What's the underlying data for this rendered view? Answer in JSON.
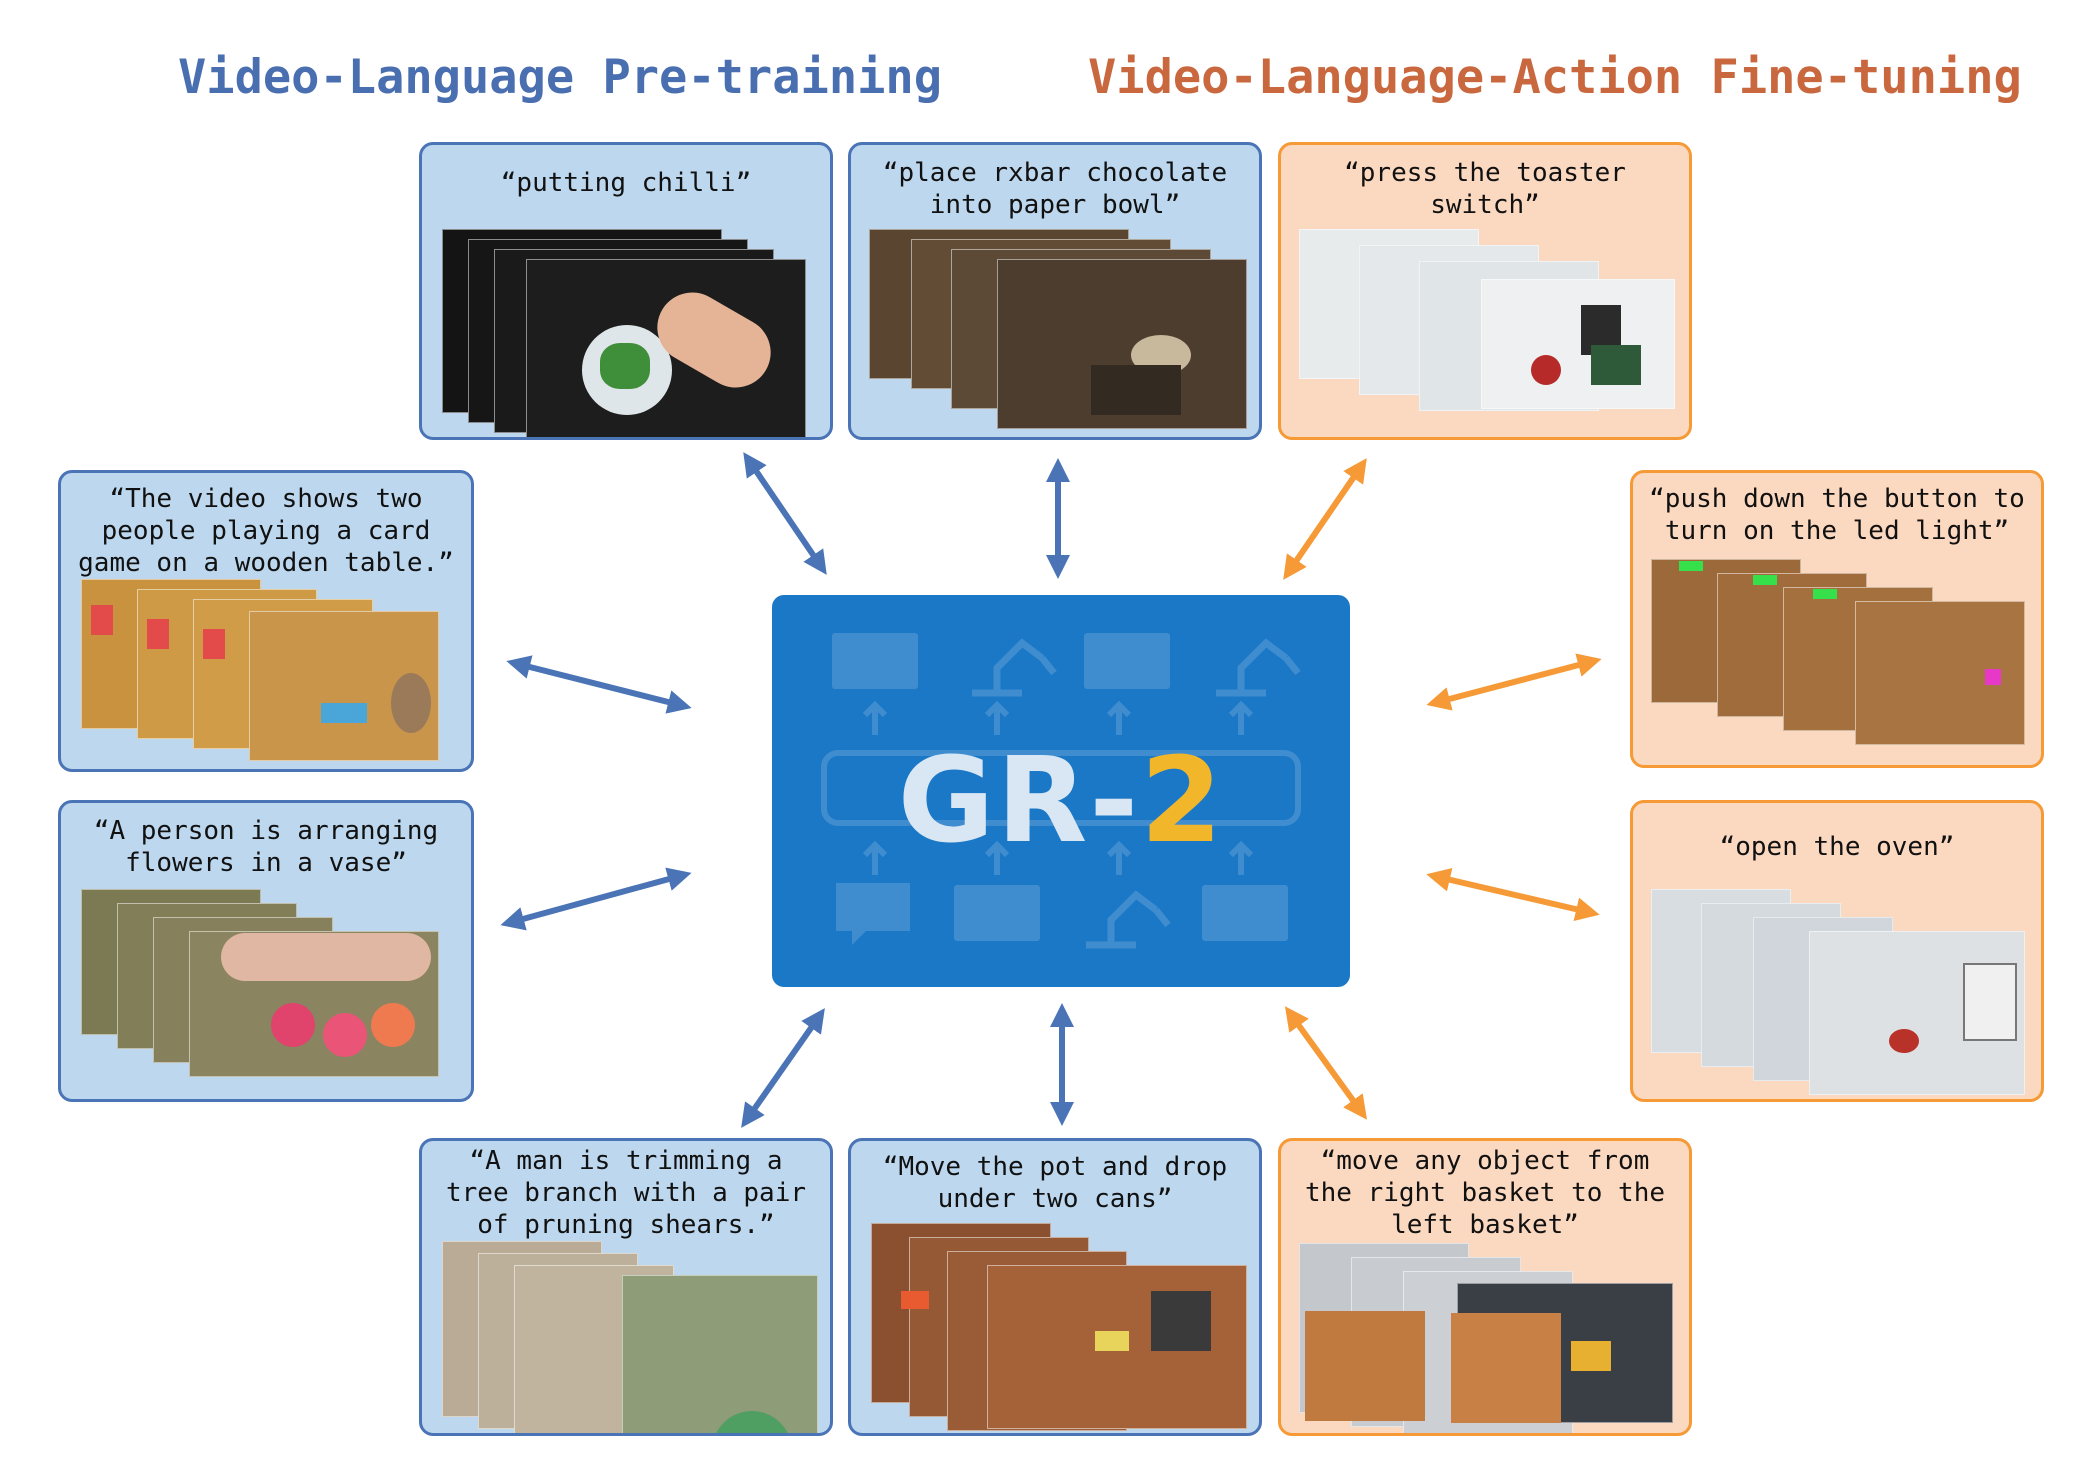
{
  "headings": {
    "pretraining": "Video-Language Pre-training",
    "finetuning": "Video-Language-Action Fine-tuning"
  },
  "model": {
    "name_prefix": "GR-",
    "name_number": "2"
  },
  "pretraining_cards": [
    {
      "caption": "“putting chilli”"
    },
    {
      "caption": "“place rxbar chocolate\ninto paper bowl”"
    },
    {
      "caption": "“The video shows two\npeople playing a card\ngame on a wooden table.”"
    },
    {
      "caption": "“A person is arranging\nflowers in a vase”"
    },
    {
      "caption": "“A man is trimming a\ntree branch with a pair\nof pruning shears.”"
    },
    {
      "caption": "“Move the pot and drop\nunder two cans”"
    }
  ],
  "finetuning_cards": [
    {
      "caption": "“press the toaster\nswitch”"
    },
    {
      "caption": "“push down the button to\nturn on the led light”"
    },
    {
      "caption": "“open the oven”"
    },
    {
      "caption": "“move any object from\nthe right basket to the\nleft basket”"
    }
  ],
  "colors": {
    "pretraining_accent": "#4a74b6",
    "finetuning_accent": "#f59a36",
    "model_blue": "#1b78c6",
    "model_number": "#f2b62b"
  },
  "icons": [
    "film-strip-icon",
    "robot-arm-icon",
    "chat-bubble-icon",
    "up-arrow-icon"
  ]
}
